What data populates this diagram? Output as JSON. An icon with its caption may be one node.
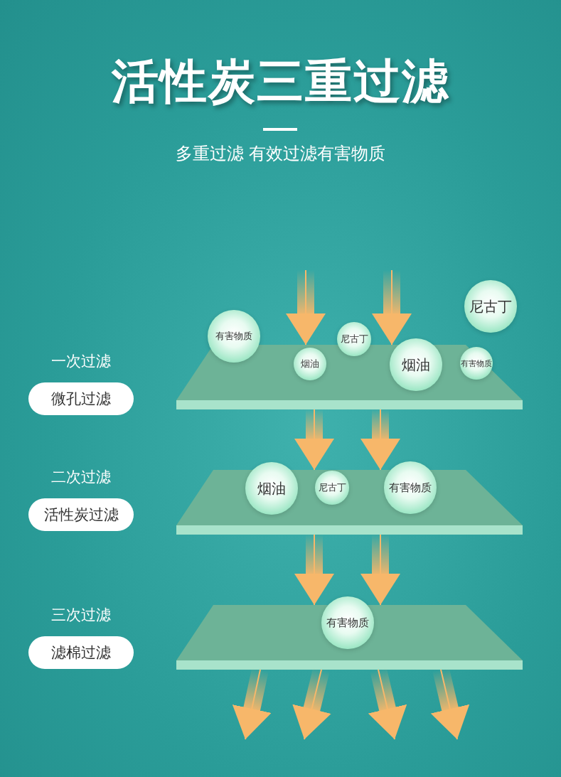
{
  "diagram": {
    "title": "活性炭三重过滤",
    "nodes": [
      {
        "text": [
          "尼古丁"
        ]
      },
      {
        "text": [
          "有害物质"
        ]
      },
      {
        "text": [
          "尼古丁"
        ]
      },
      {
        "text": [
          "烟油"
        ],
        "in": 7
      },
      {
        "text": [
          "烟油"
        ]
      },
      {
        "text": [
          "有害物质"
        ],
        "in": 7
      },
      {
        "text": [
          "微孔过滤"
        ],
        "beside": [
          "一次过滤"
        ]
      },
      {
        "text": [],
        "shape": "box"
      },
      {
        "text": [
          "烟油"
        ]
      },
      {
        "text": [
          "尼古丁"
        ],
        "in": 12
      },
      {
        "text": [
          "有害物质"
        ]
      },
      {
        "text": [
          "活性炭过滤"
        ],
        "beside": [
          "二次过滤"
        ]
      },
      {
        "text": [],
        "shape": "box"
      },
      {
        "text": [
          "有害物质"
        ]
      },
      {
        "text": [
          "滤棉过滤"
        ],
        "beside": [
          "三次过滤"
        ]
      },
      {
        "text": [],
        "shape": "box"
      }
    ],
    "edges": [
      {
        "from": null,
        "to": 7,
        "arrow": "to"
      },
      {
        "from": null,
        "to": 7,
        "arrow": "to"
      },
      {
        "from": 7,
        "to": 12,
        "arrow": "to"
      },
      {
        "from": 7,
        "to": 12,
        "arrow": "to"
      },
      {
        "from": 12,
        "to": 15,
        "arrow": "to"
      },
      {
        "from": 12,
        "to": 15,
        "arrow": "to"
      },
      {
        "from": 15,
        "to": null,
        "arrow": "to"
      },
      {
        "from": 15,
        "to": null,
        "arrow": "to"
      },
      {
        "from": 15,
        "to": null,
        "arrow": "to"
      },
      {
        "from": 15,
        "to": null,
        "arrow": "to"
      }
    ],
    "labels": [
      "多重过滤 有效过滤有害物质"
    ]
  }
}
